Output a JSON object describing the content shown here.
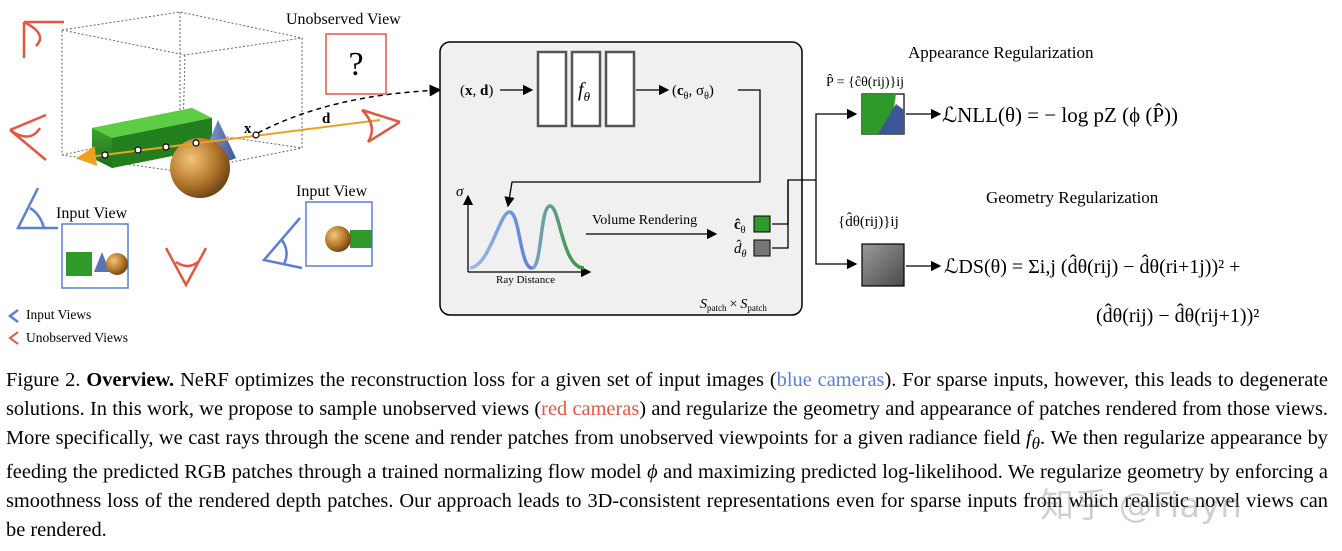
{
  "figure": {
    "unobserved_view_label": "Unobserved View",
    "unobserved_view_mark": "?",
    "input_view_label_left": "Input View",
    "input_view_label_right": "Input View",
    "ray_point_label": "x",
    "ray_dir_label": "d",
    "legend_input": "Input Views",
    "legend_unobserved": "Unobserved Views",
    "mlp_input": "(x, d)",
    "mlp_label": "f",
    "mlp_label_sub": "θ",
    "mlp_output": "(c_θ, σ_θ)",
    "sigma_label": "σ",
    "ray_distance_label": "Ray Distance",
    "volume_rendering_label": "Volume Rendering",
    "c_hat_label": "ĉ",
    "d_hat_label": "d̂",
    "theta_sub": "θ",
    "patch_label": "S",
    "patch_sub": "patch",
    "times": "×",
    "appearance_title": "Appearance Regularization",
    "geometry_title": "Geometry Regularization",
    "p_hat_set": "P̂ = {ĉθ(rij)}ij",
    "d_hat_set": "{d̂θ(rij)}ij",
    "nll_loss": "ℒNLL(θ) = − log pZ (ϕ (P̂))",
    "ds_loss_line1": "ℒDS(θ) = Σi,j (d̂θ(rij) − d̂θ(ri+1j))² +",
    "ds_loss_line2": "(d̂θ(rij) − d̂θ(rij+1))²",
    "colors": {
      "blue_camera": "#5b7fd6",
      "red_camera": "#e4573f",
      "ray_orange": "#f0a020",
      "box_green": "#2f9a2a",
      "sphere_brown": "#b5782c",
      "cone_blue": "#5a73b5",
      "panel_bg": "#f0f0f0"
    }
  },
  "caption": {
    "lead": "Figure 2.",
    "bold": "Overview.",
    "t1": "NeRF optimizes the reconstruction loss for a given set of input images (",
    "blue_cameras": "blue cameras",
    "t2": "). For sparse inputs, however, this leads to degenerate solutions. In this work, we propose to sample unobserved views (",
    "red_cameras": "red cameras",
    "t3": ") and regularize the geometry and appearance of patches rendered from those views. More specifically, we cast rays through the scene and render patches from unobserved viewpoints for a given radiance field",
    "f_theta": "f",
    "theta": "θ",
    "t4": ". We then regularize appearance by feeding the predicted RGB patches through a trained normalizing flow model",
    "phi": "ϕ",
    "t5": "and maximizing predicted log-likelihood. We regularize geometry by enforcing a smoothness loss of the rendered depth patches. Our approach leads to 3D-consistent representations even for sparse inputs from which realistic novel views can be rendered."
  },
  "watermark": "知乎 @Fiayn"
}
